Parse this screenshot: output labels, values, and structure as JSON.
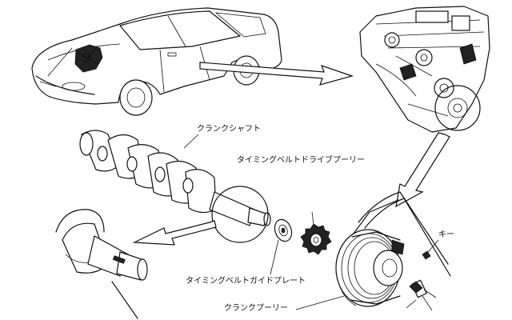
{
  "labels": {
    "crankshaft": "クランクシャフト",
    "timing_belt_drive_pulley": "タイミングベルトドライブプーリー",
    "key": "キー",
    "timing_belt_guide_plate": "タイミングベルトガイドプレート",
    "crank_pulley": "クランクプーリー"
  },
  "colors": {
    "line": "#111111",
    "background": "#ffffff"
  }
}
